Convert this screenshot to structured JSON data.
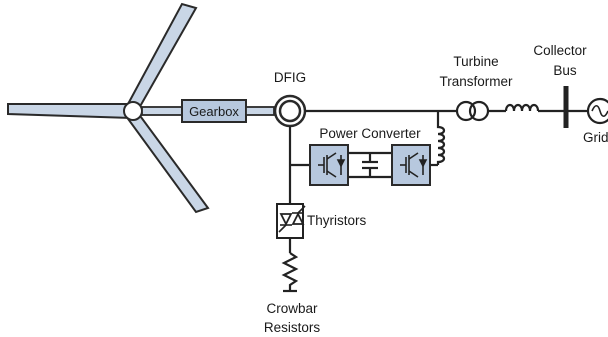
{
  "labels": {
    "gearbox": "Gearbox",
    "dfig": "DFIG",
    "power_converter": "Power Converter",
    "turbine": "Turbine",
    "transformer": "Transformer",
    "collector": "Collector",
    "bus": "Bus",
    "grid": "Grid",
    "thyristors": "Thyristors",
    "crowbar": "Crowbar",
    "resistors": "Resistors"
  },
  "colors": {
    "blade_fill": "#c9d6e6",
    "component_fill": "#b7c8de",
    "line": "#222222"
  }
}
